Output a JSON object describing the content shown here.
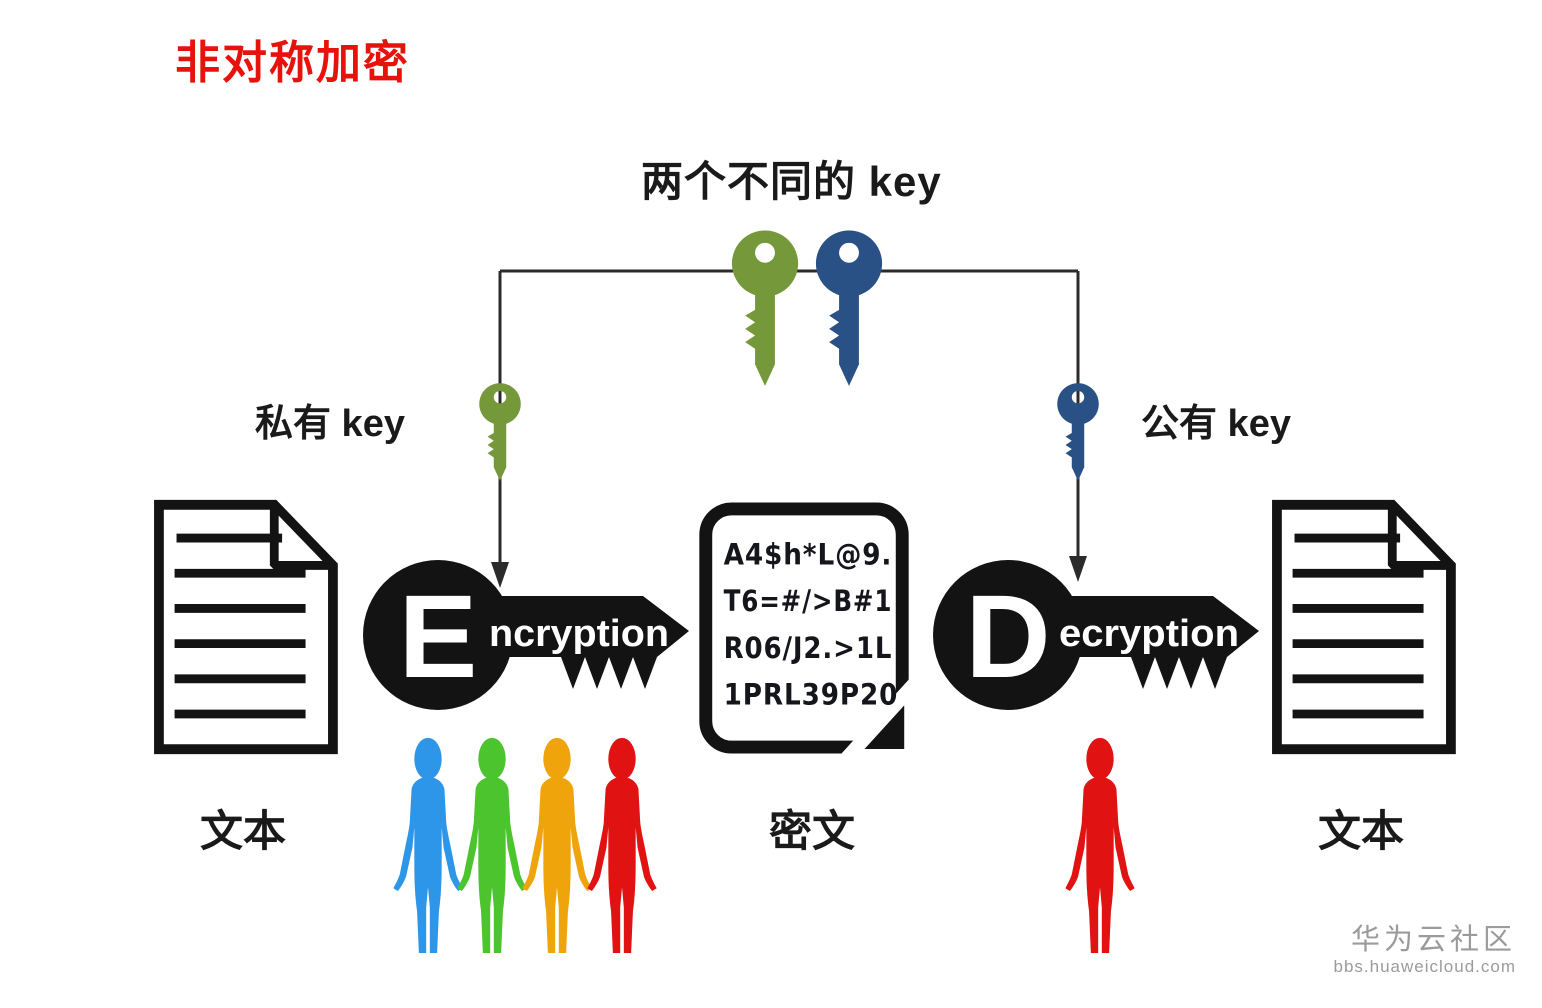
{
  "title": {
    "text": "非对称加密",
    "color": "#e8120d"
  },
  "caption": "两个不同的 key",
  "key_pair": {
    "green_color": "#74983a",
    "blue_color": "#2a5186",
    "private_label": "私有 key",
    "public_label": "公有 key"
  },
  "encryption": {
    "initial": "E",
    "rest": "ncryption",
    "color": "#131313"
  },
  "decryption": {
    "initial": "D",
    "rest": "ecryption",
    "color": "#131313"
  },
  "cipher": {
    "lines": [
      "A4$h*L@9.",
      "T6=#/>B#1",
      "R06/J2.>1L",
      "1PRL39P20"
    ],
    "label": "密文"
  },
  "plaintext": {
    "left_label": "文本",
    "right_label": "文本"
  },
  "people": {
    "group_colors": [
      "#2e96e8",
      "#4cc42e",
      "#f0a40c",
      "#e01212"
    ],
    "single_color": "#e01212"
  },
  "watermark": {
    "line1": "华为云社区",
    "line2": "bbs.huaweicloud.com",
    "color": "#9b9b9b"
  }
}
